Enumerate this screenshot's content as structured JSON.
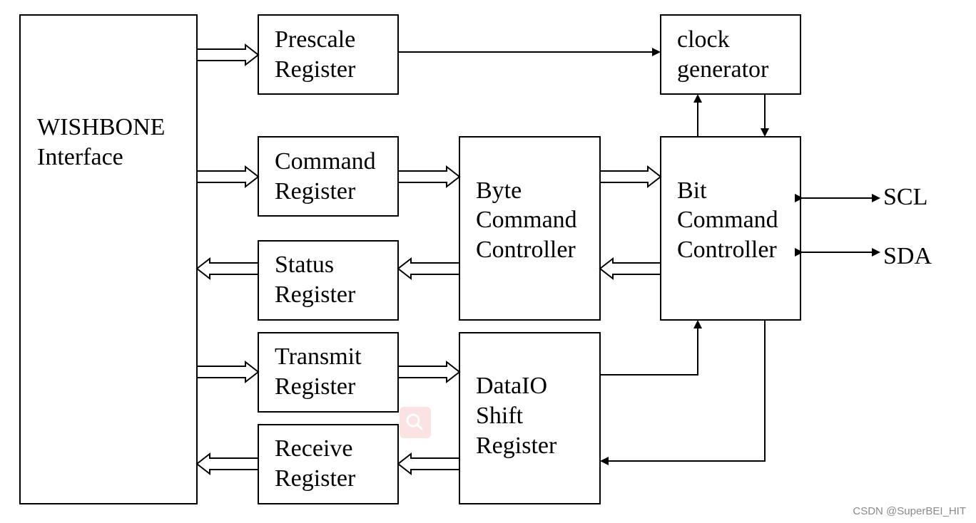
{
  "blocks": {
    "wishbone": [
      "WISHBONE",
      "Interface"
    ],
    "prescale": [
      "Prescale",
      "Register"
    ],
    "command": [
      "Command",
      "Register"
    ],
    "status": [
      "Status",
      "Register"
    ],
    "transmit": [
      "Transmit",
      "Register"
    ],
    "receive": [
      "Receive",
      "Register"
    ],
    "byte_ctrl": [
      "Byte",
      "Command",
      "Controller"
    ],
    "dataio": [
      "DataIO",
      "Shift",
      "Register"
    ],
    "clock_gen": [
      "clock",
      "generator"
    ],
    "bit_ctrl": [
      "Bit",
      "Command",
      "Controller"
    ]
  },
  "signals": {
    "scl": "SCL",
    "sda": "SDA"
  },
  "watermark": "CSDN @SuperBEI_HIT",
  "colors": {
    "line": "#000000",
    "background": "#ffffff",
    "watermark": "#8a8a8a",
    "badge": "#fbe3e3"
  }
}
